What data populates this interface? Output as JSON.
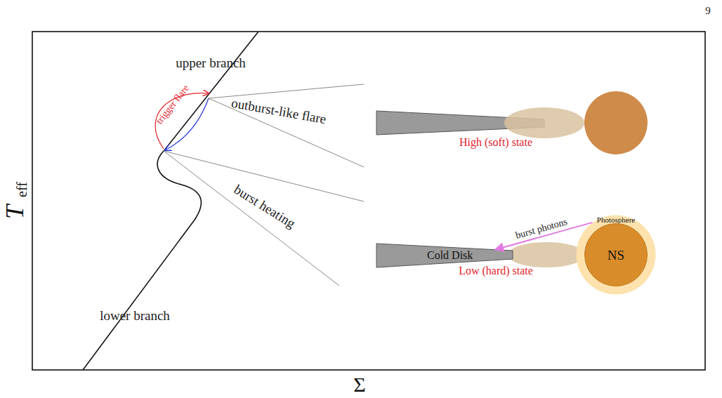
{
  "diagram": {
    "nodes": [
      {
        "text": [
          "Photosphere"
        ]
      },
      {
        "text": [
          "NS"
        ],
        "in": 0
      },
      {
        "text": [
          "Cold Disk"
        ]
      }
    ],
    "edges": [
      {
        "from": 0,
        "to": 2,
        "arrow": "to",
        "label": "burst photons"
      }
    ],
    "labels": [
      "9",
      "upper branch",
      "trigger flare",
      "outburst-like flare",
      "burst heating",
      "High (soft) state",
      "Low (hard) state",
      "lower branch",
      "T",
      "eff",
      "Σ"
    ]
  }
}
